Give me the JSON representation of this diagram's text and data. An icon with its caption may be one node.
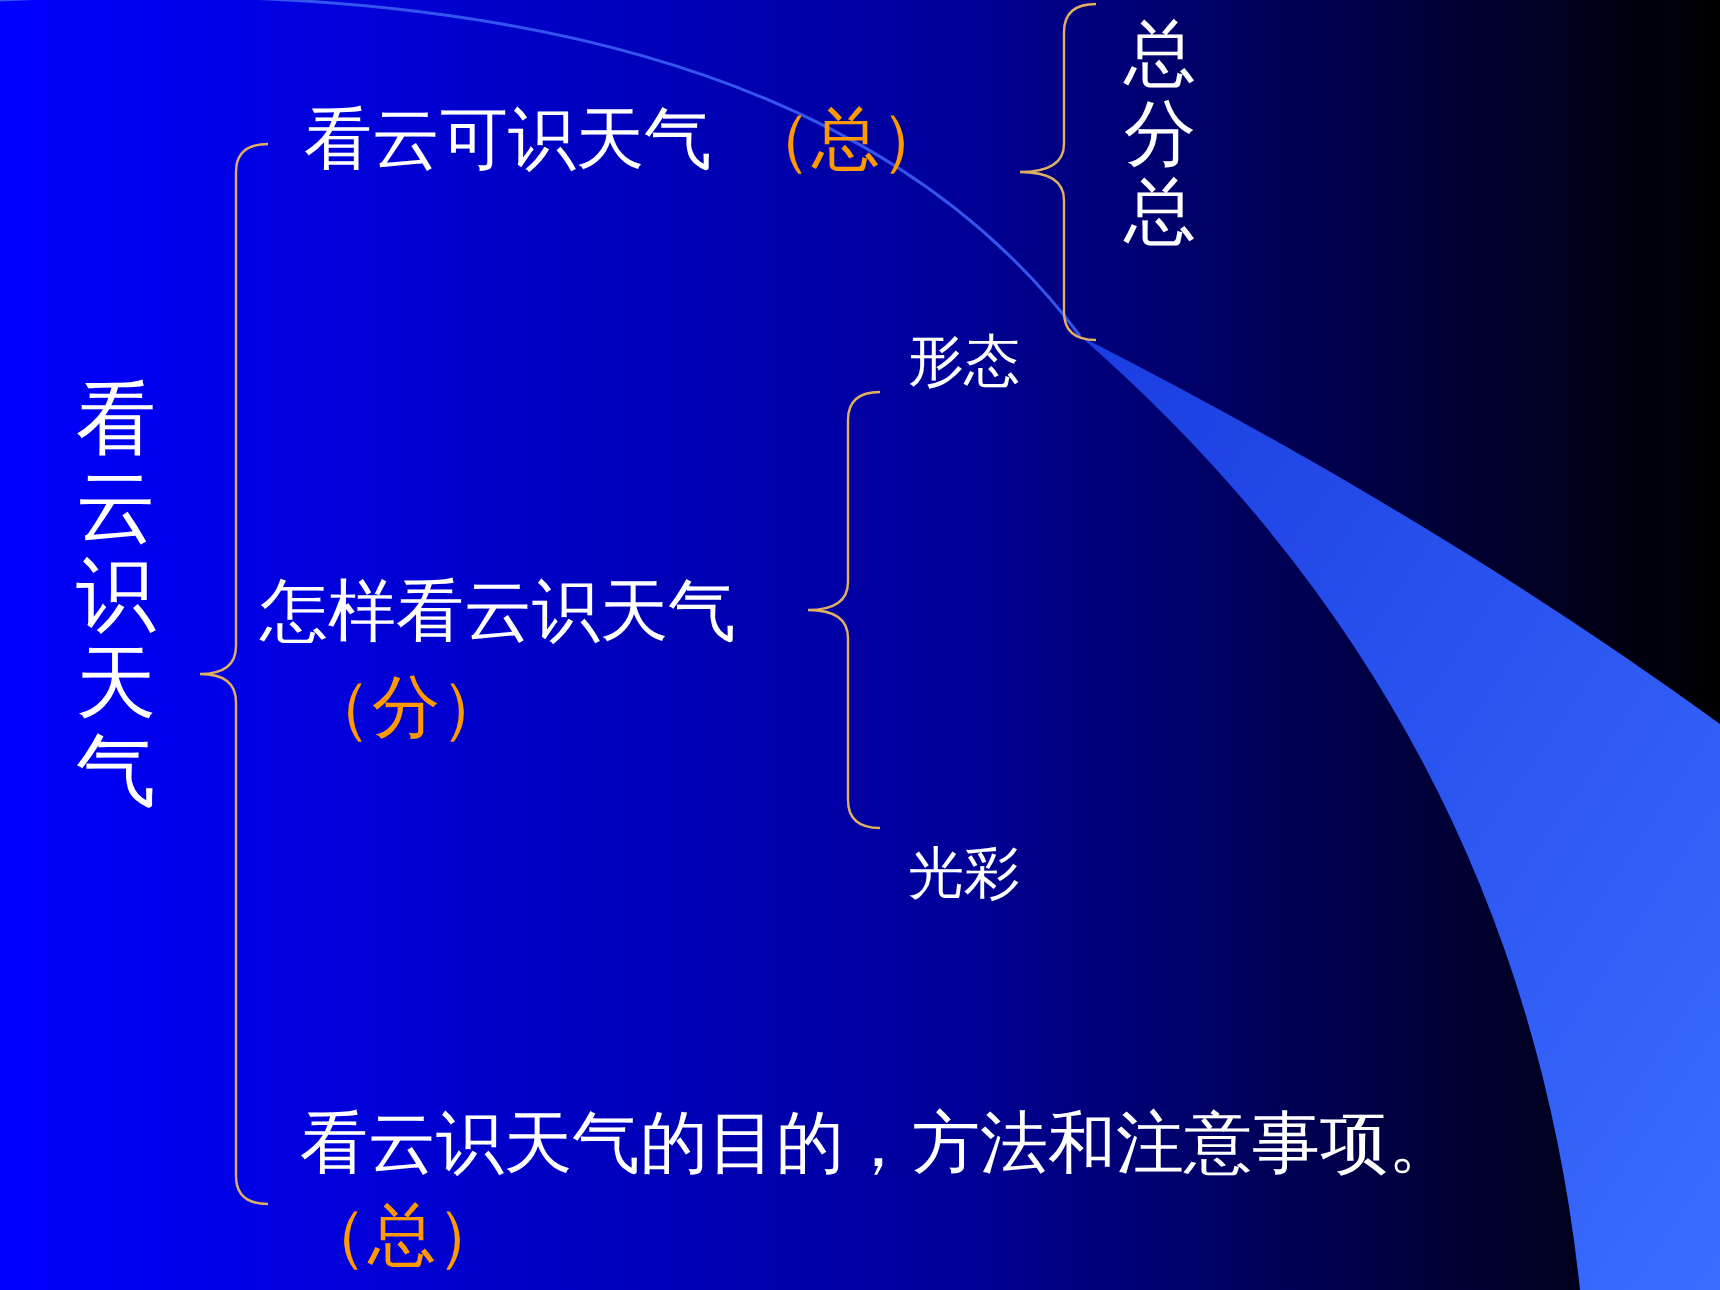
{
  "diagram": {
    "labels": [
      "看云识天气",
      "看云可识天气",
      "（总）",
      "总分总",
      "形态",
      "怎样看云识天气",
      "（分）",
      "光彩",
      "看云识天气的目的，方法和注意事项。",
      "（总）"
    ]
  }
}
